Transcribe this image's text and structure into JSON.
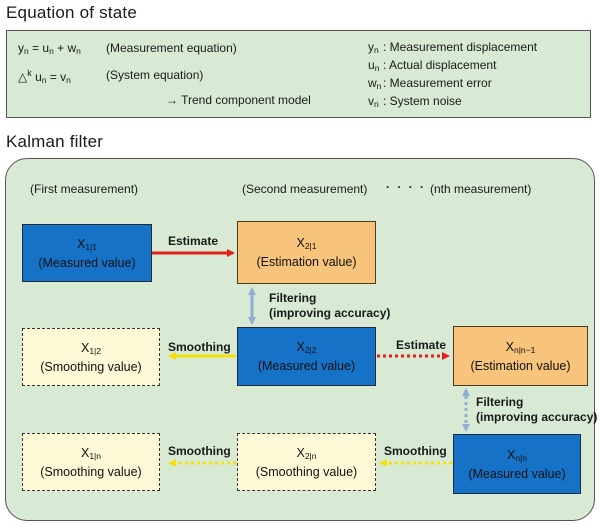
{
  "titles": {
    "equation_of_state": "Equation of state",
    "kalman_filter": "Kalman filter"
  },
  "equations": {
    "measurement_eq": "yn = un + wn",
    "measurement_eq_label": "(Measurement equation)",
    "system_eq": "△k un = vn",
    "system_eq_label": "(System equation)",
    "trend_model": "→ Trend component model"
  },
  "legend": [
    {
      "symbol": "yn",
      "desc": "Measurement displacement"
    },
    {
      "symbol": "un",
      "desc": "Actual displacement"
    },
    {
      "symbol": "wn",
      "desc": "Measurement error"
    },
    {
      "symbol": "vn",
      "desc": "System noise"
    }
  ],
  "headings": {
    "first": "(First measurement)",
    "second": "(Second measurement)",
    "dots": "· · · ·",
    "nth": "(nth measurement)"
  },
  "boxes": {
    "x11": {
      "main": "X",
      "sub": "1|1",
      "label": "(Measured value)"
    },
    "x21": {
      "main": "X",
      "sub": "2|1",
      "label": "(Estimation value)"
    },
    "x12": {
      "main": "X",
      "sub": "1|2",
      "label": "(Smoothing value)"
    },
    "x22": {
      "main": "X",
      "sub": "2|2",
      "label": "(Measured value)"
    },
    "xnn1": {
      "main": "X",
      "sub": "n|n−1",
      "label": "(Estimation value)"
    },
    "x1n": {
      "main": "X",
      "sub": "1|n",
      "label": "(Smoothing value)"
    },
    "x2n": {
      "main": "X",
      "sub": "2|n",
      "label": "(Smoothing value)"
    },
    "xnn": {
      "main": "X",
      "sub": "n|n",
      "label": "(Measured value)"
    }
  },
  "arrows": {
    "estimate1": "Estimate",
    "estimate2": "Estimate",
    "filtering1_a": "Filtering",
    "filtering1_b": "(improving accuracy)",
    "filtering2_a": "Filtering",
    "filtering2_b": "(improving accuracy)",
    "smoothing1": "Smoothing",
    "smoothing2": "Smoothing",
    "smoothing3": "Smoothing"
  },
  "colors": {
    "panel_bg": "#d8e9d4",
    "measured_box": "#1672c7",
    "estimation_box": "#f8c37a",
    "smoothing_box": "#fdf9d6",
    "estimate_arrow": "#e0201b",
    "smoothing_arrow": "#f5e20a",
    "filtering_arrow": "#8eaed6"
  }
}
